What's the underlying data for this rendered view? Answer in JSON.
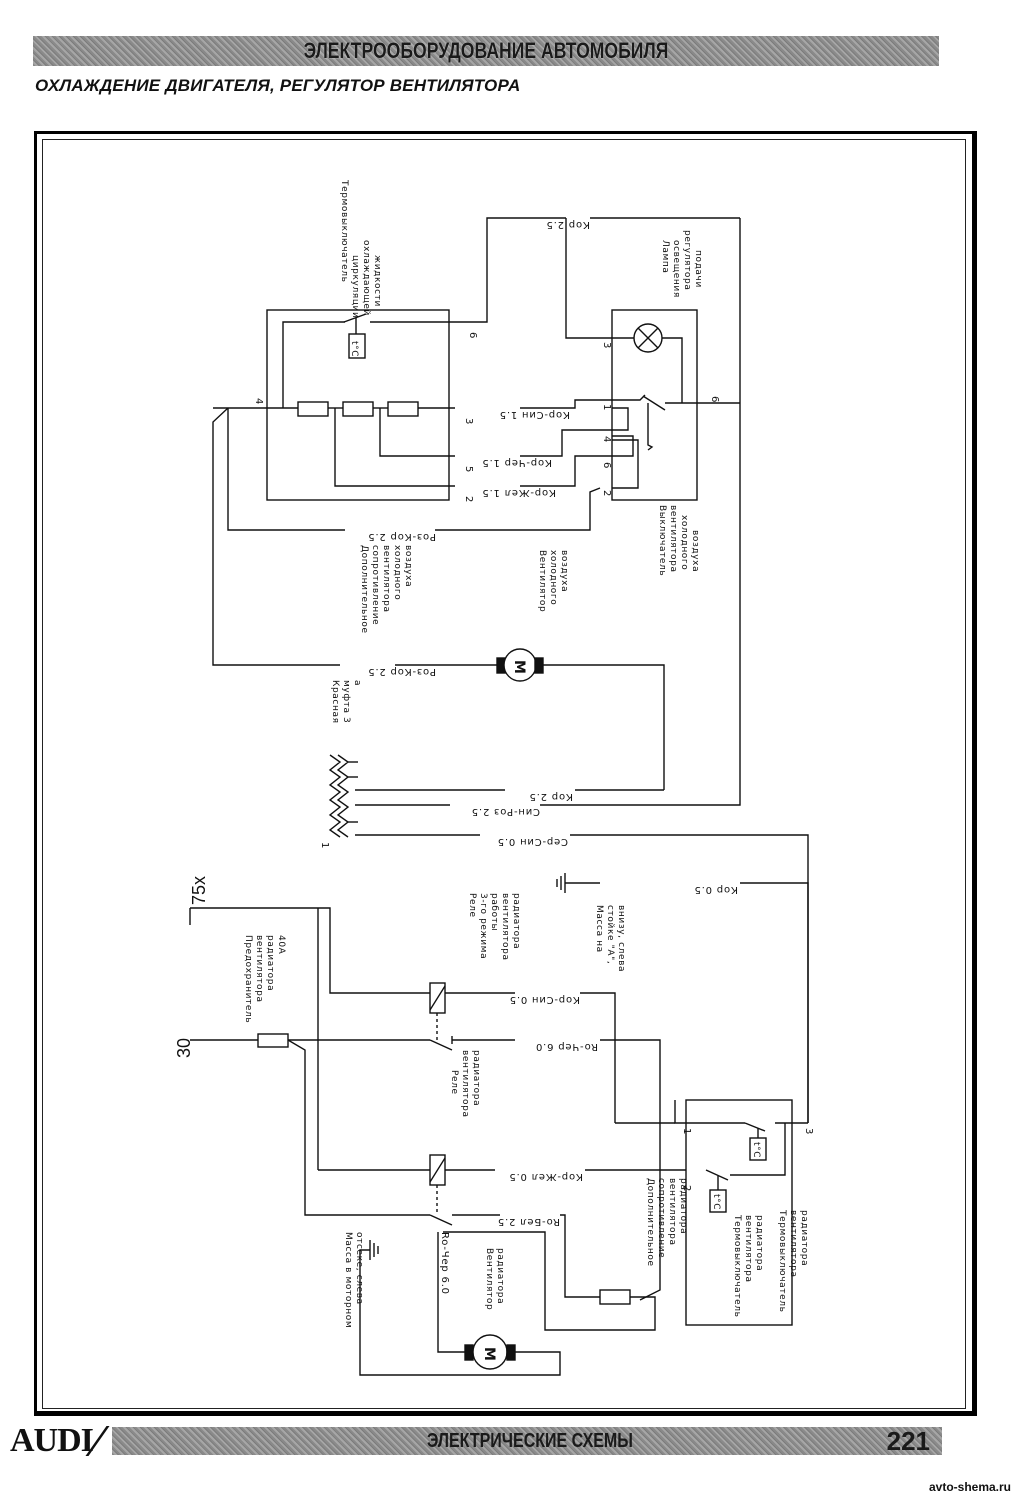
{
  "header": {
    "band_title": "ЭЛЕКТРООБОРУДОВАНИЕ АВТОМОБИЛЯ",
    "page_title": "ОХЛАЖДЕНИЕ ДВИГАТЕЛЯ, РЕГУЛЯТОР ВЕНТИЛЯТОРА"
  },
  "footer": {
    "brand": "AUDI",
    "section": "ЭЛЕКТРИЧЕСКИЕ СХЕМЫ",
    "page_number": "221",
    "watermark": "avto-shema.ru"
  },
  "upper_circuit": {
    "components": {
      "thermo_switch_circulation": [
        "Термовыключатель",
        "циркуляции",
        "охлаждающей",
        "жидкости"
      ],
      "lamp": [
        "Лампа",
        "освещения",
        "регулятора",
        "подачи"
      ],
      "fan_switch": [
        "Выключатель",
        "вентилятора",
        "холодного",
        "воздуха"
      ],
      "extra_resistance": [
        "Дополнительное",
        "сопротивление",
        "вентилятора",
        "холодного",
        "воздуха"
      ],
      "fan_motor": [
        "Вентилятор",
        "холодного",
        "воздуха"
      ],
      "connector": [
        "Красная",
        "муфта 3",
        "а"
      ],
      "motor_symbol": "M",
      "temp_symbol": "t°C"
    },
    "wires": {
      "kor_25_top": "Кор 2.5",
      "kor_sin_15": "Кор-Син 1.5",
      "kor_cher_15": "Кор-Чер 1.5",
      "kor_zhel_15": "Кор-Жел 1.5",
      "roz_kor_25_a": "Роз-Кор 2.5",
      "roz_kor_25_b": "Роз-Кор 2.5",
      "kor_25_conn": "Кор 2.5",
      "sin_roz_25": "Син-Роз 2.5",
      "ser_sin_05": "Сер-Син 0.5"
    },
    "pins": {
      "block_4": "4",
      "block_3": "3",
      "block_5": "5",
      "block_2": "2",
      "block_6": "6",
      "switch_1": "1",
      "switch_4": "4",
      "switch_6": "6",
      "switch_2": "2",
      "switch_3": "3",
      "switch_out_6": "6",
      "connector_1": "1"
    }
  },
  "lower_circuit": {
    "terminals": {
      "t30": "30",
      "t75x": "75x"
    },
    "components": {
      "fuse": [
        "Предохранитель",
        "вентилятора",
        "радиатора",
        "40А"
      ],
      "relay_3rd": [
        "Реле",
        "3-го режима",
        "работы",
        "вентилятора",
        "радиатора"
      ],
      "relay_fan": [
        "Реле",
        "вентилятора",
        "радиатора"
      ],
      "ground_a": [
        "Масса на",
        "стойке \"А\",",
        "внизу, слева"
      ],
      "ground_engine": [
        "Масса в моторном",
        "отсеке, слева"
      ],
      "fan_motor": [
        "Вентилятор",
        "радиатора"
      ],
      "extra_resistance": [
        "Дополнительное",
        "сопротивление",
        "вентилятора",
        "радиатора"
      ],
      "thermo_switch_1": [
        "Термовыключатель",
        "вентилятора",
        "радиатора"
      ],
      "thermo_switch_2": [
        "Термовыключатель",
        "вентилятора",
        "радиатора"
      ],
      "motor_symbol": "M",
      "temp_symbol": "t°C"
    },
    "wires": {
      "kor_05": "Кор 0.5",
      "kor_sin_05": "Кор-Син 0.5",
      "ro_cher_60_a": "Ro-Чер 6.0",
      "kor_zhel_05": "Кор-Жел 0.5",
      "ro_bel_25": "Ro-Бел 2.5",
      "ro_cher_60_b": "Ro-Чер 6.0"
    },
    "pins": {
      "ts_1": "1",
      "ts_2": "2",
      "ts_3": "3"
    }
  }
}
